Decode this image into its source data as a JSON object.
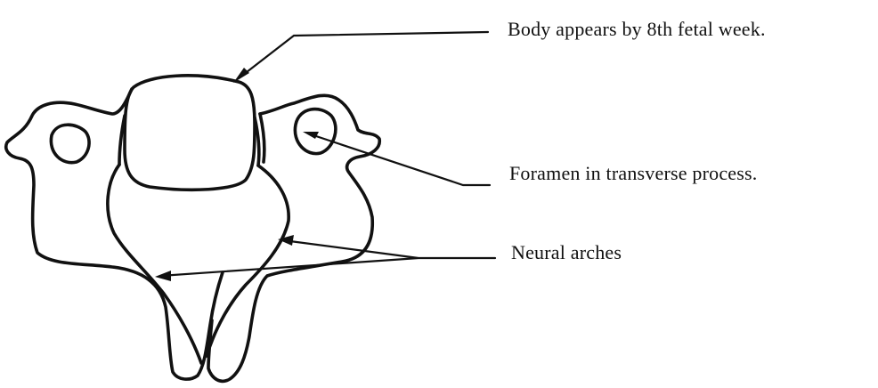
{
  "diagram": {
    "labels": {
      "body": "Body appears by 8th fetal week.",
      "foramen": "Foramen in transverse process.",
      "neural_arches": "Neural arches"
    },
    "colors": {
      "ink": "#111111",
      "background": "#ffffff"
    }
  }
}
